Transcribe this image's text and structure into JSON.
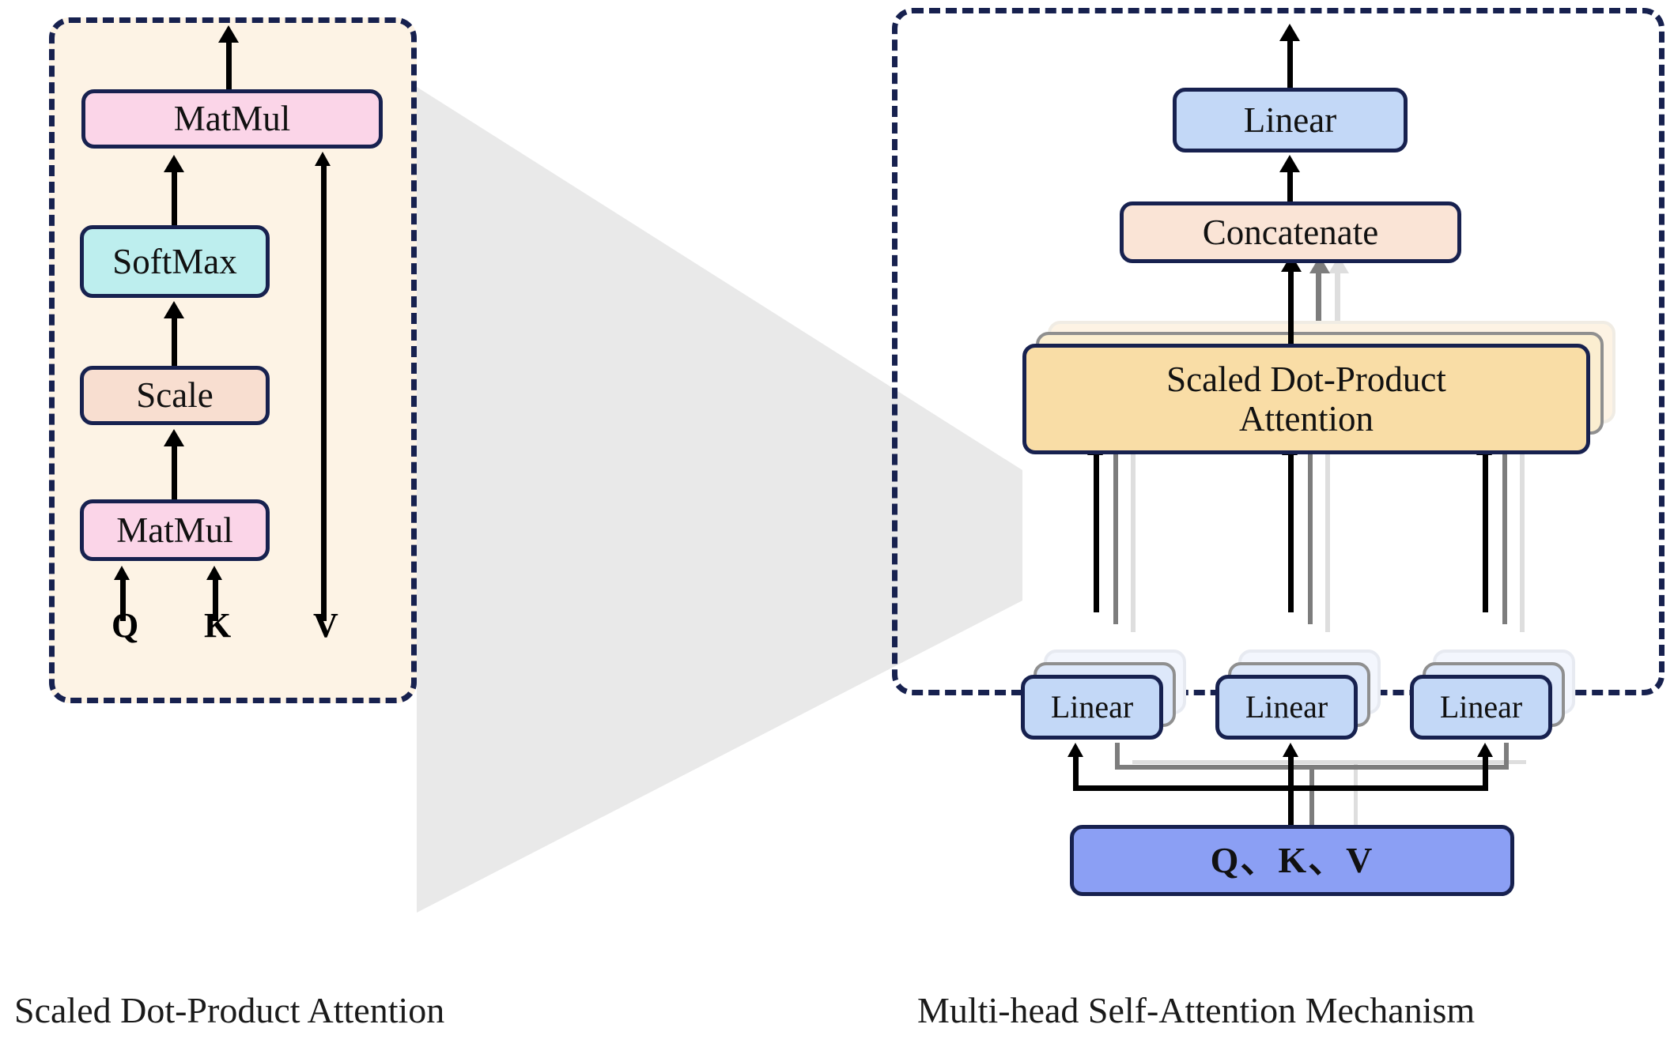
{
  "figure": {
    "title": "Scaled Dot-Product Attention and Multi-head Self-Attention Mechanism",
    "background": "#ffffff"
  },
  "colors": {
    "panel_border": "#17214f",
    "panel_left_fill": "#fdf3e5",
    "matmul_pink": "#fbd5e8",
    "softmax_cyan": "#bdeeee",
    "scale_peach": "#f8ded0",
    "linear_blue": "#c3d8f7",
    "concat_peach": "#fae4d6",
    "attention_orange": "#f9dda6",
    "qkv_blue": "#8b9ff4",
    "funnel_grey": "#e9e9e9",
    "arrow_black": "#000000",
    "arrow_grey": "#7d7d7d",
    "arrow_faint": "#dedede"
  },
  "left_panel": {
    "caption": "Scaled Dot-Product Attention",
    "nodes": {
      "matmul_top": "MatMul",
      "softmax": "SoftMax",
      "scale": "Scale",
      "matmul_bottom": "MatMul"
    },
    "inputs": {
      "q": "Q",
      "k": "K",
      "v": "V"
    }
  },
  "right_panel": {
    "caption": "Multi-head Self-Attention Mechanism",
    "nodes": {
      "linear_top": "Linear",
      "concatenate": "Concatenate",
      "attention": "Scaled Dot-Product\nAttention",
      "linear_q": "Linear",
      "linear_k": "Linear",
      "linear_v": "Linear",
      "qkv": "Q、K、V"
    },
    "head_stack_count": 3
  }
}
